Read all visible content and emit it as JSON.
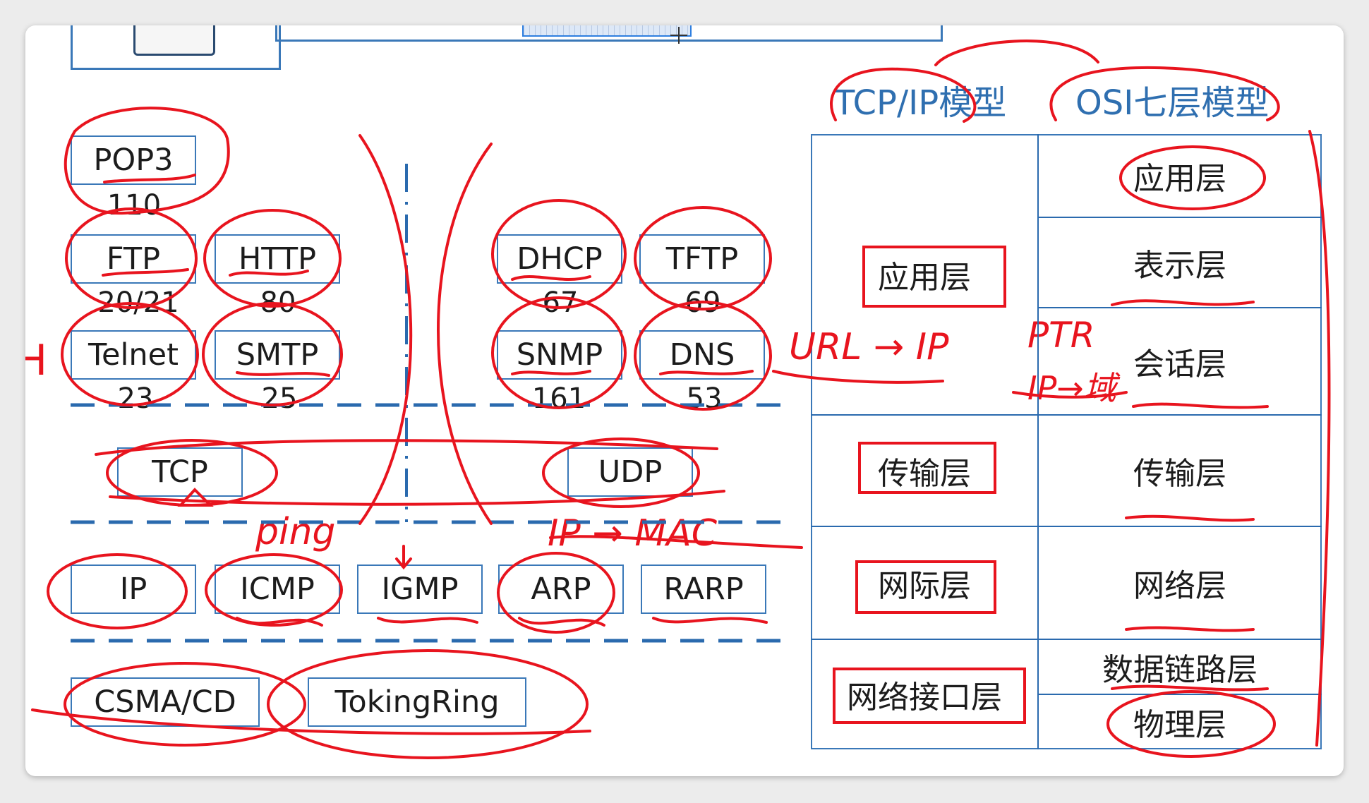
{
  "app_protocols_left": [
    {
      "name": "POP3",
      "port": "110"
    },
    {
      "name": "FTP",
      "port": "20/21"
    },
    {
      "name": "HTTP",
      "port": "80"
    },
    {
      "name": "Telnet",
      "port": "23"
    },
    {
      "name": "SMTP",
      "port": "25"
    }
  ],
  "app_protocols_right": [
    {
      "name": "DHCP",
      "port": "67"
    },
    {
      "name": "TFTP",
      "port": "69"
    },
    {
      "name": "SNMP",
      "port": "161"
    },
    {
      "name": "DNS",
      "port": "53"
    }
  ],
  "transport": {
    "tcp": "TCP",
    "udp": "UDP"
  },
  "network": [
    "IP",
    "ICMP",
    "IGMP",
    "ARP",
    "RARP"
  ],
  "link": [
    "CSMA/CD",
    "TokingRing"
  ],
  "headers": {
    "tcpip": "TCP/IP模型",
    "osi": "OSI七层模型"
  },
  "tcpip_layers": [
    "应用层",
    "传输层",
    "网际层",
    "网络接口层"
  ],
  "osi_layers": [
    "应用层",
    "表示层",
    "会话层",
    "传输层",
    "网络层",
    "数据链路层",
    "物理层"
  ],
  "annotations": {
    "ping": "ping",
    "ip_mac": "IP → MAC",
    "url_ip": "URL → IP",
    "ptr": "PTR",
    "ip_name": "IP→域",
    "left_edge": "H"
  }
}
